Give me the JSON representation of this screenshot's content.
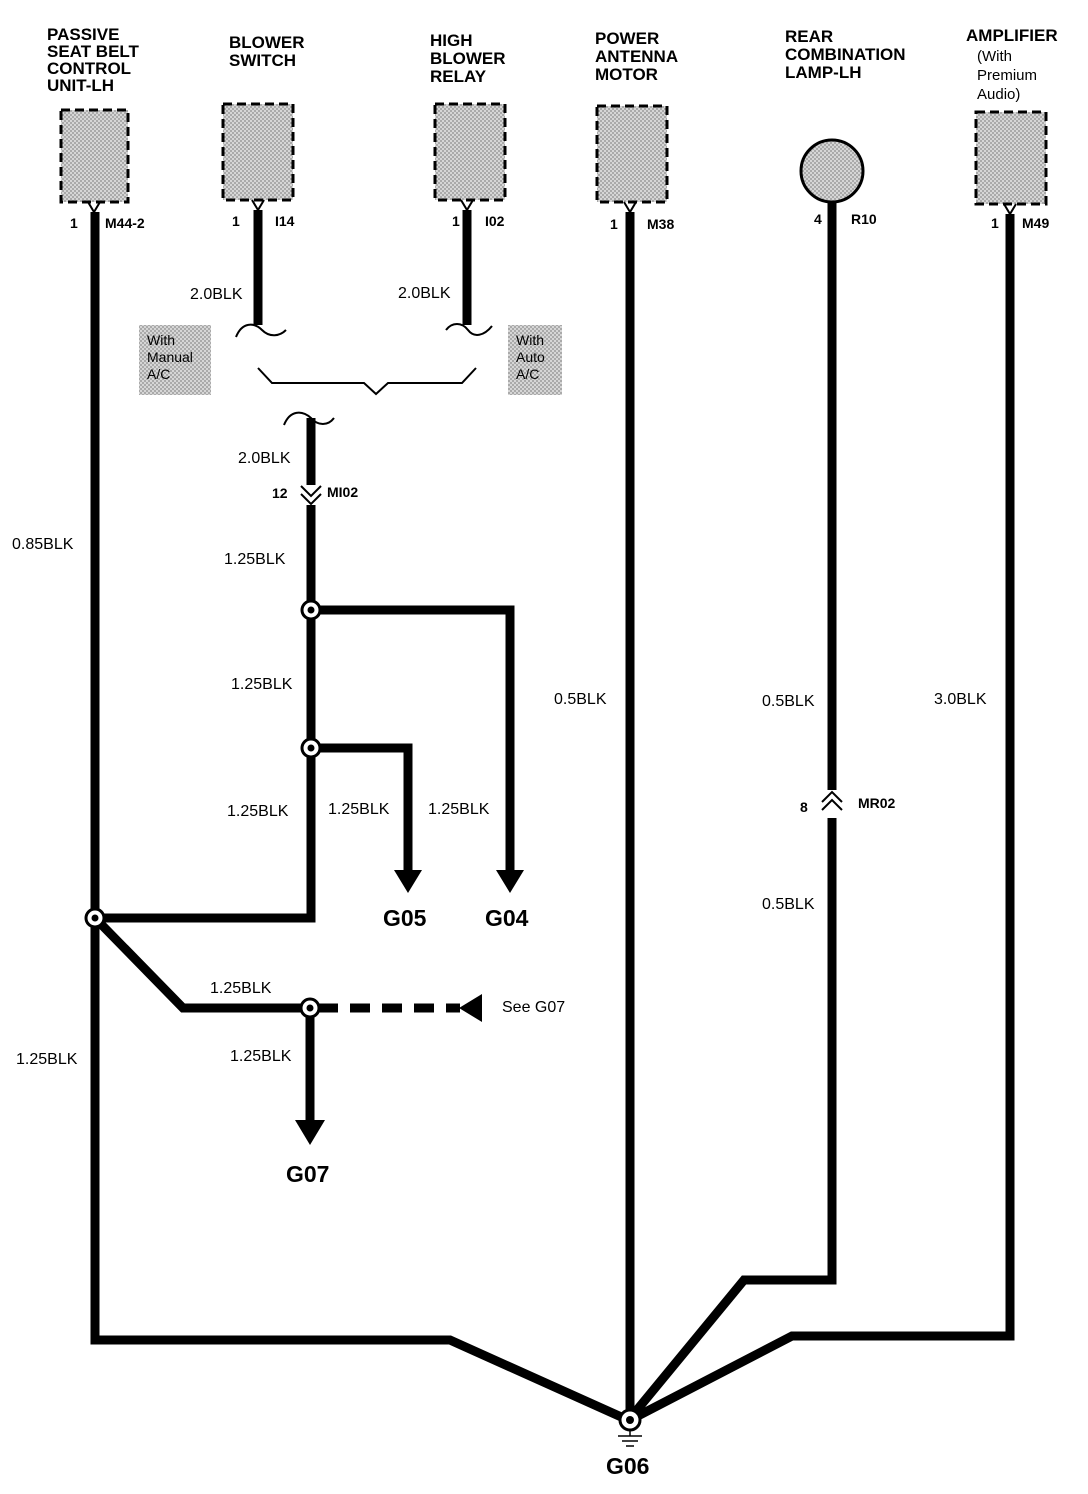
{
  "components": [
    {
      "name_lines": [
        "PASSIVE",
        "SEAT BELT",
        "CONTROL",
        "UNIT-LH"
      ],
      "pin": "1",
      "connector": "M44-2"
    },
    {
      "name_lines": [
        "BLOWER",
        "SWITCH"
      ],
      "pin": "1",
      "connector": "I14"
    },
    {
      "name_lines": [
        "HIGH",
        "BLOWER",
        "RELAY"
      ],
      "pin": "1",
      "connector": "I02"
    },
    {
      "name_lines": [
        "POWER",
        "ANTENNA",
        "MOTOR"
      ],
      "pin": "1",
      "connector": "M38"
    },
    {
      "name_lines": [
        "REAR",
        "COMBINATION",
        "LAMP-LH"
      ],
      "pin": "4",
      "connector": "R10"
    },
    {
      "name_lines": [
        "AMPLIFIER"
      ],
      "sub_lines": [
        "(With",
        "Premium",
        "Audio)"
      ],
      "pin": "1",
      "connector": "M49"
    }
  ],
  "options": {
    "manual": [
      "With",
      "Manual",
      "A/C"
    ],
    "auto": [
      "With",
      "Auto",
      "A/C"
    ]
  },
  "wires": {
    "blower_switch": "2.0BLK",
    "high_blower_relay": "2.0BLK",
    "merged": "2.0BLK",
    "seat_belt": "0.85BLK",
    "after_mi02": "1.25BLK",
    "mid_1": "1.25BLK",
    "mid_2": "1.25BLK",
    "to_g05": "1.25BLK",
    "to_g04": "1.25BLK",
    "to_g07_branch": "1.25BLK",
    "g07_drop": "1.25BLK",
    "seat_belt_lower": "1.25BLK",
    "antenna": "0.5BLK",
    "lamp_upper": "0.5BLK",
    "lamp_lower": "0.5BLK",
    "amplifier": "3.0BLK"
  },
  "connectors": {
    "mi02": {
      "pin": "12",
      "name": "MI02"
    },
    "mr02": {
      "pin": "8",
      "name": "MR02"
    }
  },
  "grounds": {
    "g05": "G05",
    "g04": "G04",
    "g07": "G07",
    "g06": "G06"
  },
  "see_reference": "See G07"
}
